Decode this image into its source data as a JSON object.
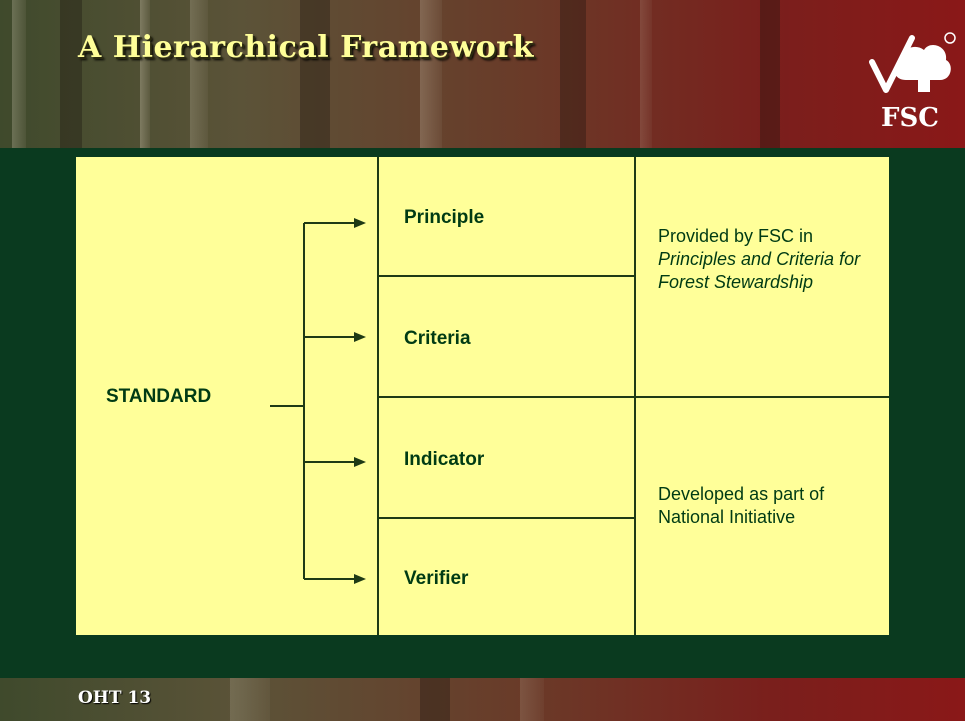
{
  "slide": {
    "title": "A Hierarchical Framework",
    "footer": "OHT 13",
    "logo_text": "FSC"
  },
  "diagram": {
    "root": "STANDARD",
    "levels": [
      "Principle",
      "Criteria",
      "Indicator",
      "Verifier"
    ],
    "groups": [
      {
        "text_prefix": "Provided by FSC in ",
        "text_italic": "Principles and Criteria for Forest Stewardship"
      },
      {
        "text": "Developed as part of National Initiative"
      }
    ]
  },
  "colors": {
    "box_fill": "#ffff99",
    "panel_green": "#0a3a1f",
    "title_yellow": "#ffff99",
    "text_green": "#003b14"
  }
}
